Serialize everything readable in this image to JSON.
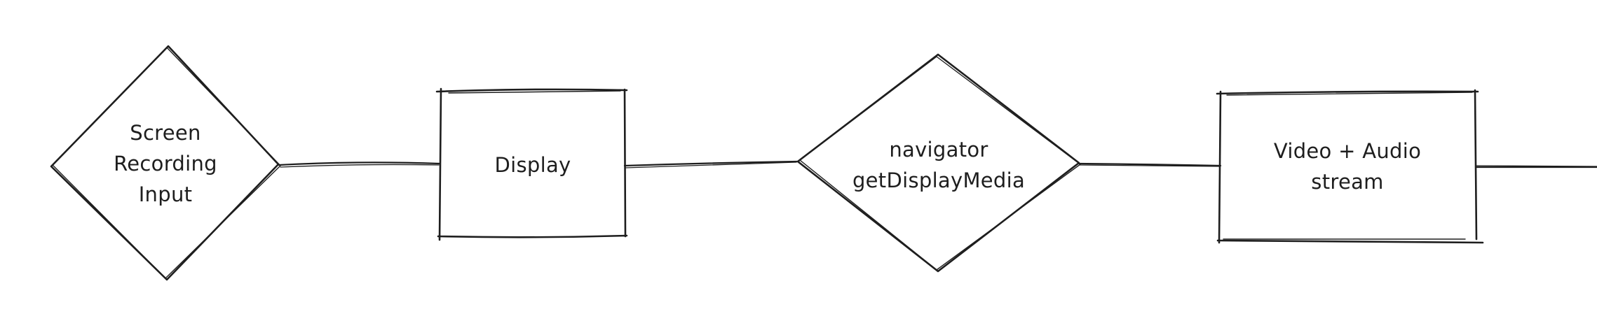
{
  "diagram": {
    "background_color": "#ffffff",
    "stroke_color": "#1e1e1e",
    "nodes": [
      {
        "id": "screen-recording-input",
        "shape": "diamond",
        "label": "Screen\nRecording\nInput"
      },
      {
        "id": "display",
        "shape": "rectangle",
        "label": "Display"
      },
      {
        "id": "navigator-getdisplaymedia",
        "shape": "diamond",
        "label": "navigator\ngetDisplayMedia"
      },
      {
        "id": "video-audio-stream",
        "shape": "rectangle",
        "label": "Video + Audio\nstream"
      }
    ],
    "connectors": [
      {
        "from": "screen-recording-input",
        "to": "display"
      },
      {
        "from": "display",
        "to": "navigator-getdisplaymedia"
      },
      {
        "from": "navigator-getdisplaymedia",
        "to": "video-audio-stream"
      },
      {
        "from": "video-audio-stream",
        "to": "offscreen-right"
      }
    ]
  }
}
